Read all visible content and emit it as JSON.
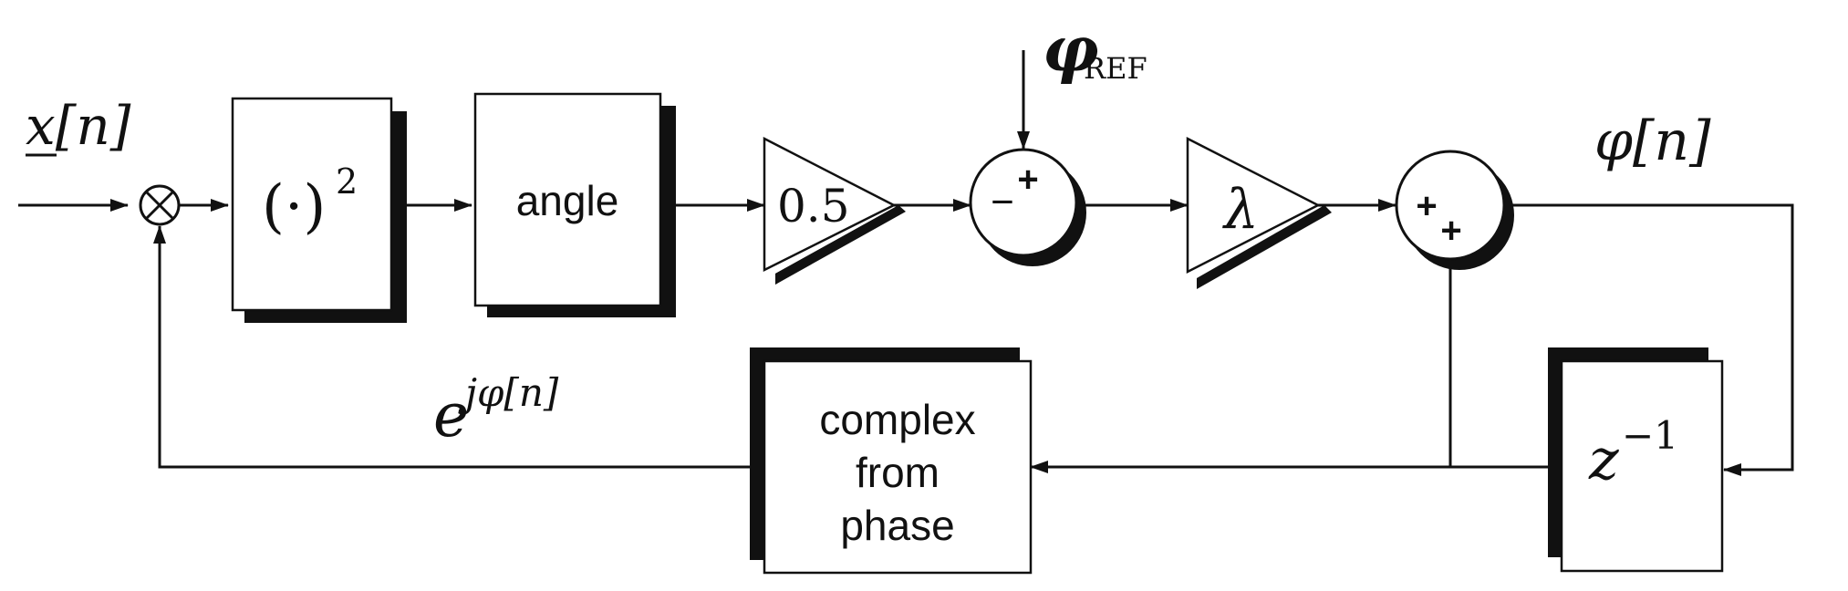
{
  "labels": {
    "input_signal": "x[n]",
    "phase_ref_symbol": "φ",
    "phase_ref_subscript": "REF",
    "output_phase": "φ[n]",
    "feedback_exp_base": "e",
    "feedback_exp_power": "jφ[n]"
  },
  "blocks": {
    "square": {
      "base": "(·)",
      "power": "2"
    },
    "angle": "angle",
    "half_gain": "0.5",
    "lambda_gain": "λ",
    "complex_from_phase": [
      "complex",
      "from",
      "phase"
    ],
    "delay": {
      "base": "z",
      "power": "−1"
    }
  },
  "summers": {
    "error": {
      "top": "+",
      "left": "−"
    },
    "accumulator": {
      "left": "+",
      "bottom": "+"
    }
  },
  "multiplier": "⊗",
  "colors": {
    "ink": "#111111",
    "background": "#ffffff"
  }
}
